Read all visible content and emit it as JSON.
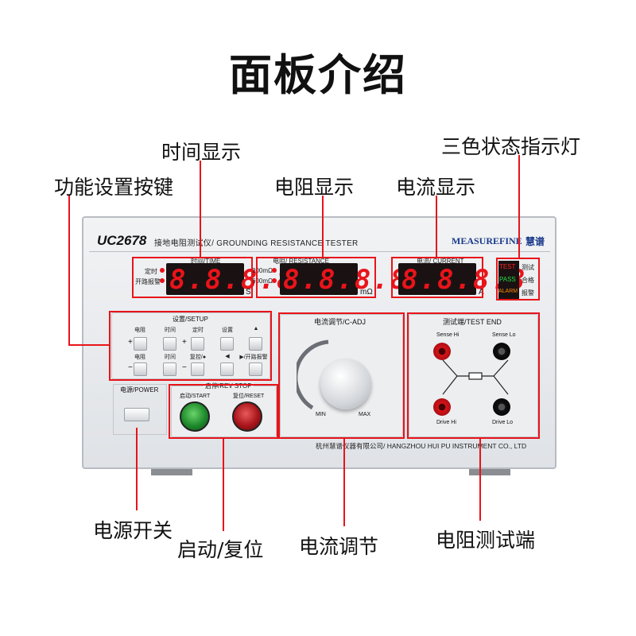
{
  "title": "面板介绍",
  "callouts": {
    "time_display": "时间显示",
    "tricolor_indicator": "三色状态指示灯",
    "function_keys": "功能设置按键",
    "resistance_display": "电阻显示",
    "current_display": "电流显示",
    "power_switch": "电源开关",
    "start_reset": "启动/复位",
    "current_adjust": "电流调节",
    "resistance_terminal": "电阻测试端"
  },
  "device": {
    "model": "UC2678",
    "description": "接地电阻测试仪/ GROUNDING RESISTANCE TESTER",
    "brand": "MEASUREFINE",
    "brand_cn": "慧谱",
    "time_label": "时间/TIME",
    "time_led_1": "定时",
    "time_led_2": "开路报警",
    "time_value": "8.8.8.8",
    "time_unit": "S",
    "resistance_label": "电阻/ RESISTANCE",
    "resistance_range_1": "200mΩ",
    "resistance_range_2": "600mΩ",
    "resistance_value": "8.8.8.8",
    "resistance_unit": "mΩ",
    "current_label": "电流/ CURRENT",
    "current_value": "8.8.8.8",
    "current_unit": "A",
    "status": [
      {
        "tag": "TEST",
        "label": "测试",
        "color": "#ff2020"
      },
      {
        "tag": "PASS",
        "label": "合格",
        "color": "#22dd44"
      },
      {
        "tag": "ALARM",
        "label": "报警",
        "color": "#ff8a00"
      }
    ],
    "setup_title": "设置/SETUP",
    "setup_row1": [
      "电阻",
      "时间",
      "定时",
      "设置",
      "▲"
    ],
    "setup_row2": [
      "电阻",
      "时间",
      "复控/●",
      "◀",
      "▶/开路报警"
    ],
    "setup_plus": "+",
    "setup_minus": "−",
    "cadj_title": "电流调节/C-ADJ",
    "knob_min": "MIN",
    "knob_max": "MAX",
    "test_end_title": "测试端/TEST END",
    "sense_hi": "Sense Hi",
    "sense_lo": "Sense Lo",
    "drive_hi": "Drive Hi",
    "drive_lo": "Drive Lo",
    "power_title": "电源/POWER",
    "revstop_title": "启停/REV STOP",
    "start_label": "启动/START",
    "reset_label": "复位/RESET",
    "footer": "杭州慧谱仪器有限公司/ HANGZHOU HUI PU INSTRUMENT CO., LTD"
  }
}
